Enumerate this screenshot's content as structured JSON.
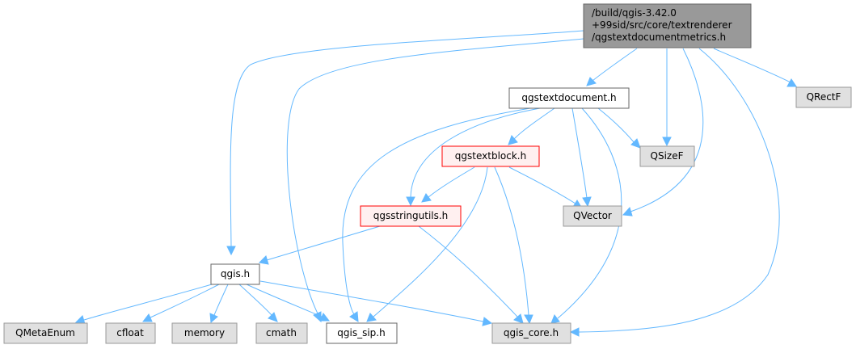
{
  "nodes": {
    "root": {
      "lines": [
        "/build/qgis-3.42.0",
        "+99sid/src/core/textrenderer",
        "/qgstextdocumentmetrics.h"
      ],
      "fill": "#999999",
      "stroke": "#666666"
    },
    "qgstextdocument": {
      "label": "qgstextdocument.h",
      "fill": "#ffffff",
      "stroke": "#666666"
    },
    "qrectf": {
      "label": "QRectF",
      "fill": "#e0e0e0",
      "stroke": "#999999"
    },
    "qsizef": {
      "label": "QSizeF",
      "fill": "#e0e0e0",
      "stroke": "#999999"
    },
    "qgstextblock": {
      "label": "qgstextblock.h",
      "fill": "#fff0f0",
      "stroke": "#ff0000"
    },
    "qgsstringutils": {
      "label": "qgsstringutils.h",
      "fill": "#fff0f0",
      "stroke": "#ff0000"
    },
    "qvector": {
      "label": "QVector",
      "fill": "#e0e0e0",
      "stroke": "#999999"
    },
    "qgis": {
      "label": "qgis.h",
      "fill": "#ffffff",
      "stroke": "#666666"
    },
    "qmetaenum": {
      "label": "QMetaEnum",
      "fill": "#e0e0e0",
      "stroke": "#999999"
    },
    "cfloat": {
      "label": "cfloat",
      "fill": "#e0e0e0",
      "stroke": "#999999"
    },
    "memory": {
      "label": "memory",
      "fill": "#e0e0e0",
      "stroke": "#999999"
    },
    "cmath": {
      "label": "cmath",
      "fill": "#e0e0e0",
      "stroke": "#999999"
    },
    "qgis_sip": {
      "label": "qgis_sip.h",
      "fill": "#ffffff",
      "stroke": "#666666"
    },
    "qgis_core": {
      "label": "qgis_core.h",
      "fill": "#e0e0e0",
      "stroke": "#999999"
    }
  },
  "edges": [
    [
      "root",
      "qgstextdocument"
    ],
    [
      "root",
      "qrectf"
    ],
    [
      "root",
      "qsizef"
    ],
    [
      "root",
      "qvector"
    ],
    [
      "root",
      "qgis"
    ],
    [
      "root",
      "qgis_sip"
    ],
    [
      "root",
      "qgis_core"
    ],
    [
      "qgstextdocument",
      "qgstextblock"
    ],
    [
      "qgstextdocument",
      "qgsstringutils"
    ],
    [
      "qgstextdocument",
      "qsizef"
    ],
    [
      "qgstextdocument",
      "qvector"
    ],
    [
      "qgstextdocument",
      "qgis_sip"
    ],
    [
      "qgstextdocument",
      "qgis_core"
    ],
    [
      "qgstextblock",
      "qgsstringutils"
    ],
    [
      "qgstextblock",
      "qvector"
    ],
    [
      "qgstextblock",
      "qgis_sip"
    ],
    [
      "qgstextblock",
      "qgis_core"
    ],
    [
      "qgsstringutils",
      "qgis"
    ],
    [
      "qgsstringutils",
      "qgis_core"
    ],
    [
      "qgis",
      "qmetaenum"
    ],
    [
      "qgis",
      "cfloat"
    ],
    [
      "qgis",
      "memory"
    ],
    [
      "qgis",
      "cmath"
    ],
    [
      "qgis",
      "qgis_sip"
    ],
    [
      "qgis",
      "qgis_core"
    ]
  ],
  "edge_color": "#63b8ff"
}
